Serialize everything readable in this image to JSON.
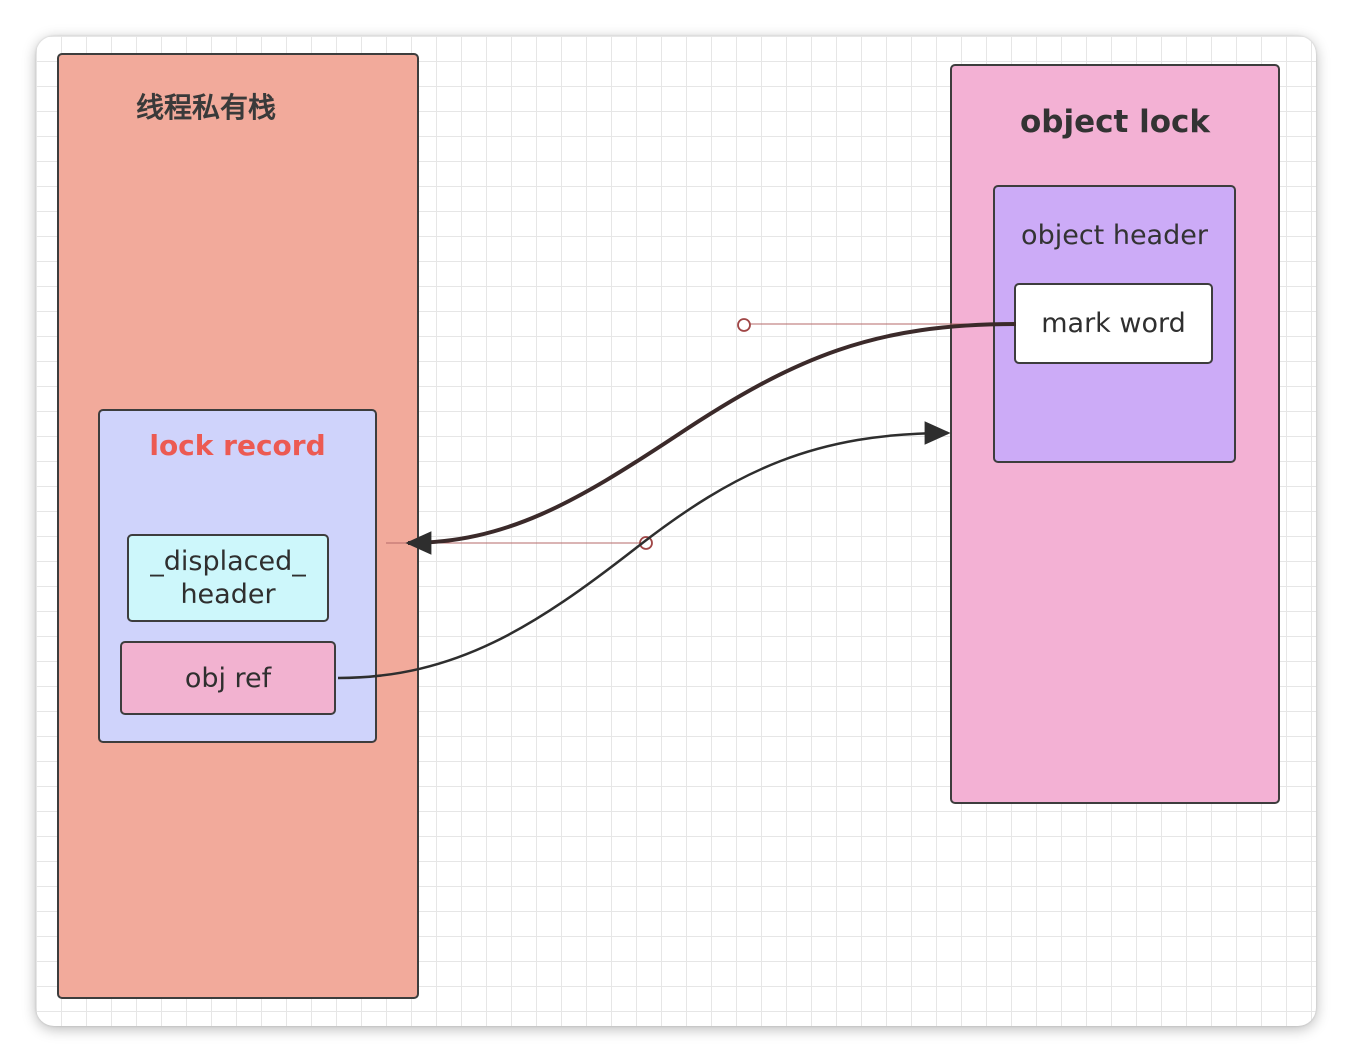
{
  "thread_stack": {
    "title": "线程私有栈"
  },
  "lock_record": {
    "title": "lock record",
    "displaced_header": "_displaced_\nheader",
    "obj_ref": "obj ref"
  },
  "object_lock": {
    "title": "object lock",
    "object_header": {
      "title": "object header",
      "mark_word": "mark word"
    }
  },
  "colors": {
    "thread_stack_fill": "#f2aa9b",
    "lock_record_fill": "#cfd3fb",
    "lock_record_title": "#ec5a52",
    "displaced_header_fill": "#cdf7fb",
    "obj_ref_fill": "#f2b2d0",
    "object_lock_fill": "#f3b1d4",
    "object_header_fill": "#ccabf7",
    "mark_word_fill": "#ffffff"
  },
  "connectors": [
    {
      "from": "mark word",
      "to": "lock record",
      "style": "thick-arrow"
    },
    {
      "from": "obj ref",
      "to": "object lock",
      "style": "thin-arrow"
    }
  ]
}
